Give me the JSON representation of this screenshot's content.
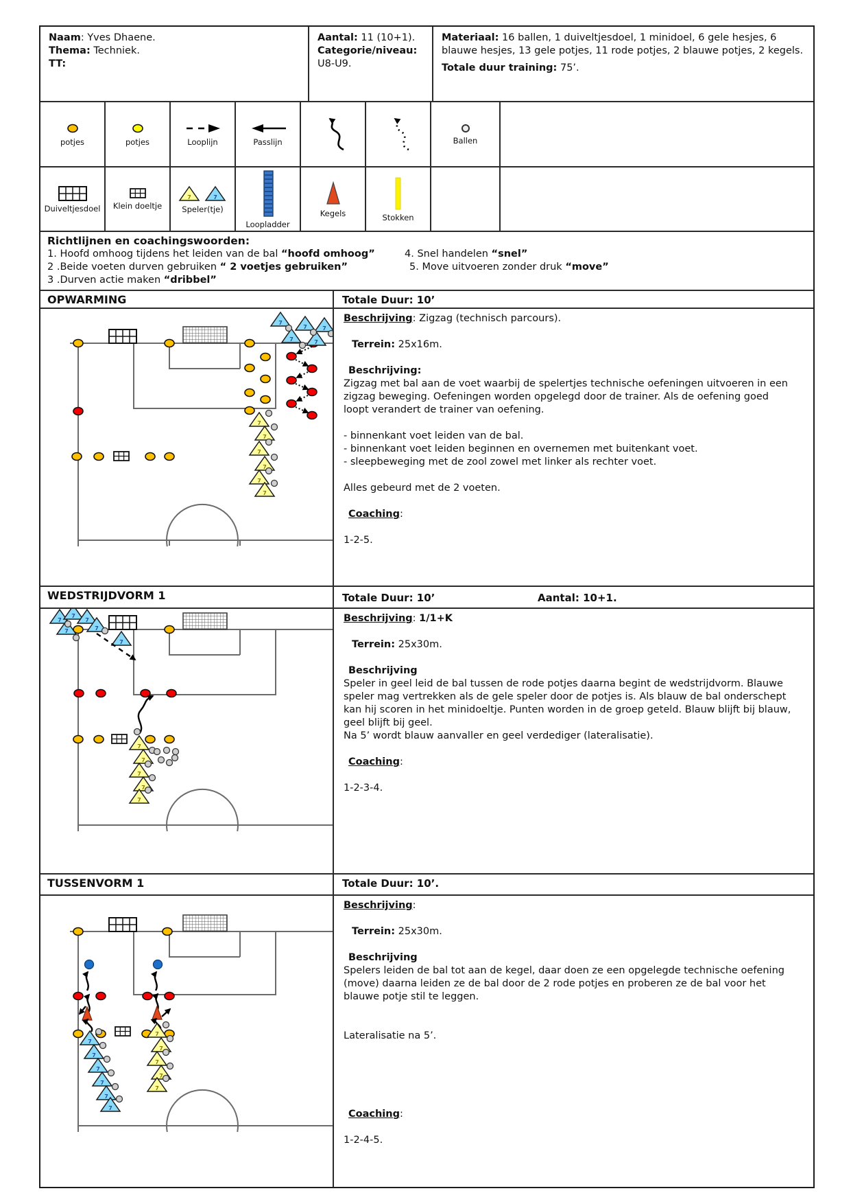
{
  "header": {
    "naam_label": "Naam",
    "naam_rest": ": Yves Dhaene.",
    "thema_label": "Thema:",
    "thema_rest": " Techniek.",
    "tt_label": "TT:",
    "aantal_label": "Aantal:",
    "aantal_rest": " 11 (10+1).",
    "categorie_label": "Categorie/niveau:",
    "categorie_rest": "U8-U9.",
    "materiaal_label": "Materiaal:",
    "materiaal_rest": " 16  ballen, 1 duiveltjesdoel, 1 minidoel, 6 gele hesjes, 6 blauwe hesjes, 13 gele potjes, 11 rode potjes, 2 blauwe potjes, 2 kegels.",
    "duur_label": "Totale duur training:",
    "duur_rest": " 75’."
  },
  "legend_row1": [
    {
      "label": "potjes"
    },
    {
      "label": "potjes"
    },
    {
      "label": "Looplijn"
    },
    {
      "label": "Passlijn"
    },
    {
      "label": ""
    },
    {
      "label": ""
    },
    {
      "label": "Ballen"
    },
    {
      "label": ""
    }
  ],
  "legend_row2": [
    {
      "label": "Duiveltjesdoel"
    },
    {
      "label": "Klein doeltje"
    },
    {
      "label": "Speler(tje)"
    },
    {
      "label": "Loopladder"
    },
    {
      "label": "Kegels"
    },
    {
      "label": "Stokken"
    },
    {
      "label": ""
    },
    {
      "label": ""
    }
  ],
  "richtlijnen": {
    "title": "Richtlijnen en coachingswoorden:",
    "item1_pre": "1. Hoofd omhoog tijdens het leiden van de bal ",
    "item1_bold": "“hoofd omhoog”",
    "item2_pre": "2 .Beide voeten durven gebruiken ",
    "item2_bold": "“ 2 voetjes gebruiken”",
    "item3_pre": "3 .Durven actie maken ",
    "item3_bold": "“dribbel”",
    "item4_pre": "4. Snel handelen ",
    "item4_bold": "“snel”",
    "item5_pre": "5. Move uitvoeren zonder druk ",
    "item5_bold": "“move”"
  },
  "opwarming": {
    "title": "OPWARMING",
    "duur": "Totale Duur: 10’",
    "besch1_label": "Beschrijving",
    "besch1_rest": ": Zigzag (technisch parcours).",
    "terrein_label": "Terrein:",
    "terrein_rest": " 25x16m.",
    "besch2_label": "Beschrijving:",
    "para": " Zigzag met bal aan de voet waarbij de spelertjes technische oefeningen uitvoeren in een zigzag beweging. Oefeningen worden opgelegd door de trainer. Als de oefening goed loopt verandert de trainer van oefening.",
    "bullet1": "- binnenkant voet leiden van de bal.",
    "bullet2": "- binnenkant voet leiden beginnen en overnemen met buitenkant voet.",
    "bullet3": "- sleepbeweging met de zool zowel met linker als rechter voet.",
    "note": "Alles gebeurd met de 2 voeten.",
    "coaching_label": "Coaching",
    "coaching_colon": ":",
    "coaching_value": "1-2-5."
  },
  "wedstrijdvorm": {
    "title": "WEDSTRIJDVORM 1",
    "duur": "Totale Duur: 10’",
    "aantal": "Aantal: 10+1.",
    "besch1_label": "Beschrijving",
    "besch1_colon": ": ",
    "besch1_bold": "1/1+K",
    "terrein_label": "Terrein:",
    "terrein_rest": " 25x30m.",
    "besch2_label": "Beschrijving",
    "para": "Speler in geel leid de bal tussen de rode potjes daarna begint de wedstrijdvorm. Blauwe speler mag vertrekken als de gele speler door de potjes is. Als blauw de bal onderschept kan hij scoren in het minidoeltje. Punten worden in de groep geteld. Blauw blijft bij blauw, geel blijft bij geel.",
    "para2": "Na 5’ wordt blauw aanvaller en geel verdediger (lateralisatie).",
    "coaching_label": "Coaching",
    "coaching_colon": ":",
    "coaching_value": "1-2-3-4."
  },
  "tussenvorm": {
    "title": "TUSSENVORM 1",
    "duur": "Totale Duur: 10’.",
    "besch1_label": "Beschrijving",
    "besch1_colon": ":",
    "terrein_label": "Terrein:",
    "terrein_rest": " 25x30m.",
    "besch2_label": "Beschrijving",
    "para": "Spelers leiden de bal tot aan de kegel, daar doen ze een opgelegde technische oefening (move) daarna leiden ze de bal door de 2 rode potjes en proberen ze de bal voor het blauwe potje stil te leggen.",
    "note": "Lateralisatie na 5’.",
    "coaching_label": "Coaching",
    "coaching_colon": ":",
    "coaching_value": "1-2-4-5."
  },
  "colors": {
    "potje_orange": "#FFC000",
    "potje_yellow": "#FFFF00",
    "potje_red": "#F40000",
    "potje_blue": "#1E6FC9",
    "player_blue": "#8AD9F8",
    "player_yellow": "#FFFE9C",
    "kegel_red": "#E2491D",
    "ladder_blue": "#3B76C6",
    "stok_yellow": "#FFF200",
    "ball_gray": "#CFCFCF"
  }
}
